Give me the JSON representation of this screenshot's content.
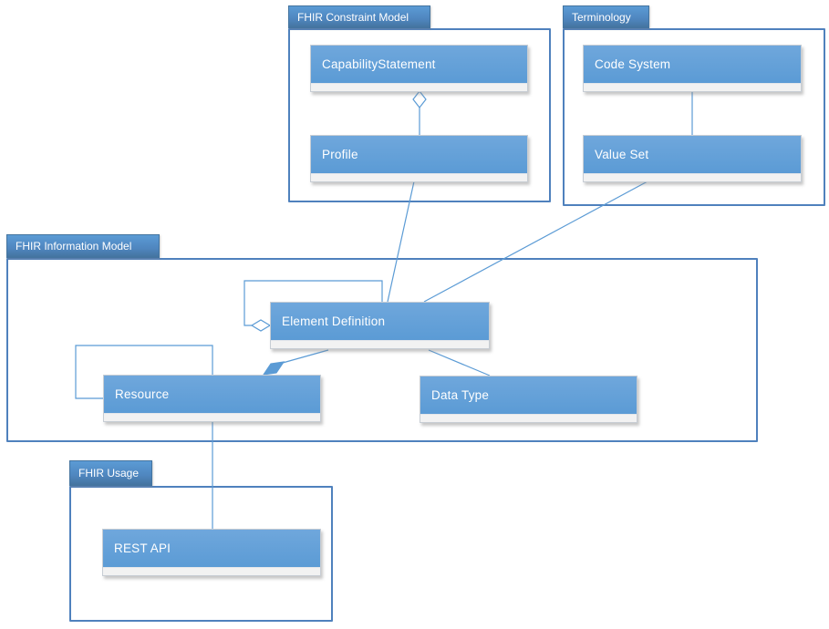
{
  "diagram_title": "FHIR model overview UML diagram",
  "colors": {
    "shape_blue": "#5b9bd5",
    "tab_blue": "#4f86bf",
    "line_blue": "#5b9bd5",
    "container_border": "#4f81bd",
    "compartment_gray": "#f2f2f2"
  },
  "packages": {
    "constraint": {
      "label": "FHIR Constraint Model"
    },
    "terminology": {
      "label": "Terminology"
    },
    "information": {
      "label": "FHIR Information Model"
    },
    "usage": {
      "label": "FHIR Usage"
    }
  },
  "classes": {
    "capability_statement": {
      "label": "CapabilityStatement",
      "package": "FHIR Constraint Model"
    },
    "profile": {
      "label": "Profile",
      "package": "FHIR Constraint Model"
    },
    "code_system": {
      "label": "Code System",
      "package": "Terminology"
    },
    "value_set": {
      "label": "Value Set",
      "package": "Terminology"
    },
    "element_definition": {
      "label": "Element Definition",
      "package": "FHIR Information Model"
    },
    "resource": {
      "label": "Resource",
      "package": "FHIR Information Model"
    },
    "data_type": {
      "label": "Data Type",
      "package": "FHIR Information Model"
    },
    "rest_api": {
      "label": "REST API",
      "package": "FHIR Usage"
    }
  },
  "relationships": [
    {
      "from": "CapabilityStatement",
      "to": "Profile",
      "type": "aggregation",
      "diamond": "hollow",
      "diamond_at": "CapabilityStatement"
    },
    {
      "from": "Code System",
      "to": "Value Set",
      "type": "association"
    },
    {
      "from": "Value Set",
      "to": "Element Definition",
      "type": "association"
    },
    {
      "from": "Profile",
      "to": "Element Definition",
      "type": "association"
    },
    {
      "from": "Element Definition",
      "to": "Element Definition",
      "type": "self-aggregation",
      "diamond": "hollow",
      "diamond_at": "Element Definition"
    },
    {
      "from": "Resource",
      "to": "Resource",
      "type": "self-association"
    },
    {
      "from": "Element Definition",
      "to": "Resource",
      "type": "composition",
      "diamond": "filled",
      "diamond_at": "Resource"
    },
    {
      "from": "Element Definition",
      "to": "Data Type",
      "type": "association"
    },
    {
      "from": "Resource",
      "to": "REST API",
      "type": "association"
    }
  ]
}
